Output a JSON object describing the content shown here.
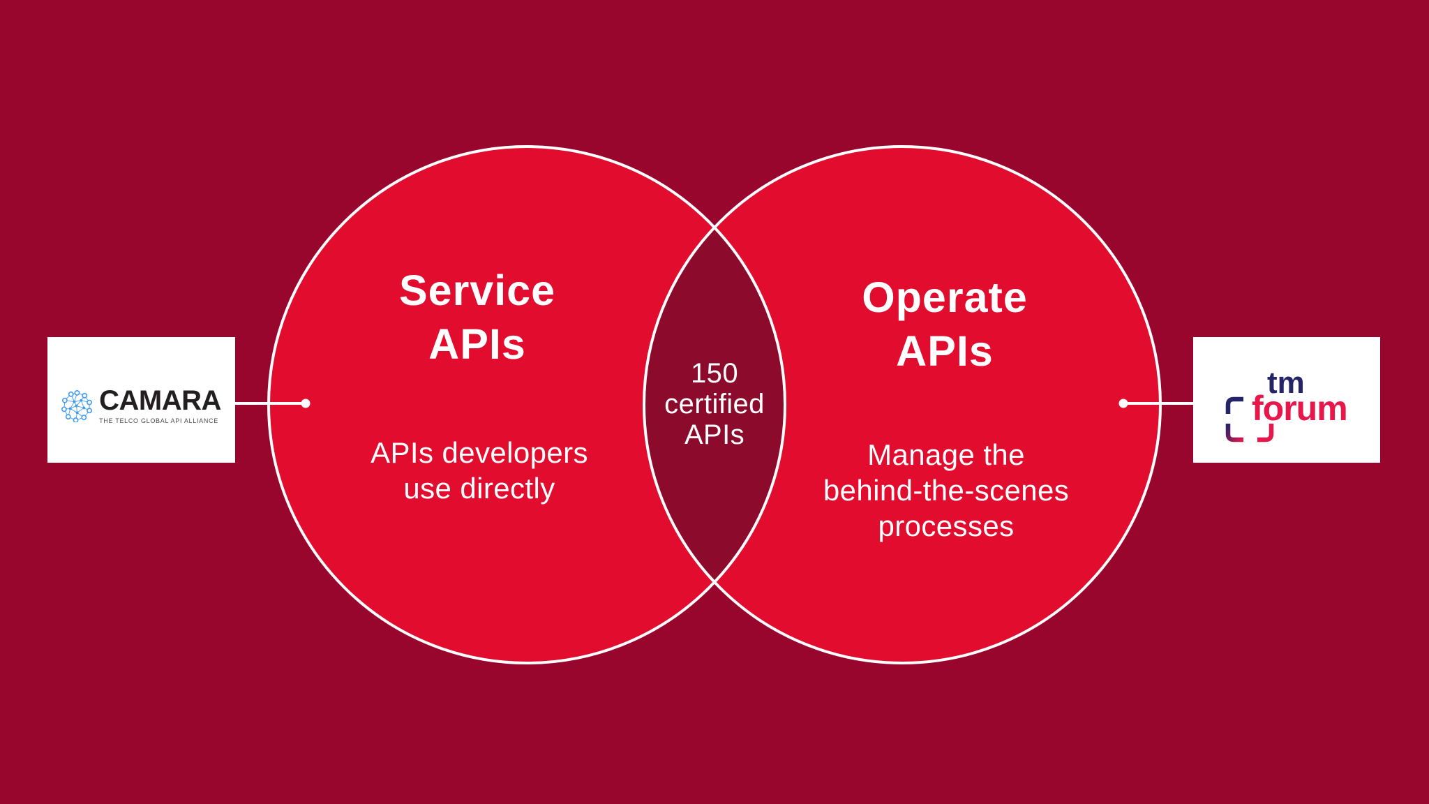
{
  "colors": {
    "background": "#98052D",
    "circle_fill": "#E10C2E",
    "overlap_fill": "#8C0A2C",
    "outline": "#FFFFFF",
    "text": "#FFFFFF",
    "card_bg": "#FFFFFF",
    "camara_wordmark": "#231F20",
    "camara_tagline": "#4A4A4C",
    "camara_icon_blue": "#3D9BF0",
    "tm_navy": "#252467",
    "tm_crimson": "#E8174B"
  },
  "venn": {
    "left_circle": {
      "title_lines": [
        "Service",
        "APIs"
      ],
      "body_lines": [
        "APIs developers",
        "use directly"
      ]
    },
    "right_circle": {
      "title_lines": [
        "Operate",
        "APIs"
      ],
      "body_lines": [
        "Manage the",
        "behind-the-scenes",
        "processes"
      ]
    },
    "intersection": {
      "label_lines": [
        "150",
        "certified",
        "APIs"
      ]
    }
  },
  "logos": {
    "camara": {
      "wordmark": "CAMARA",
      "tagline": "THE TELCO GLOBAL API ALLIANCE"
    },
    "tmforum": {
      "word_tm": "tm",
      "word_forum": "forum"
    }
  }
}
